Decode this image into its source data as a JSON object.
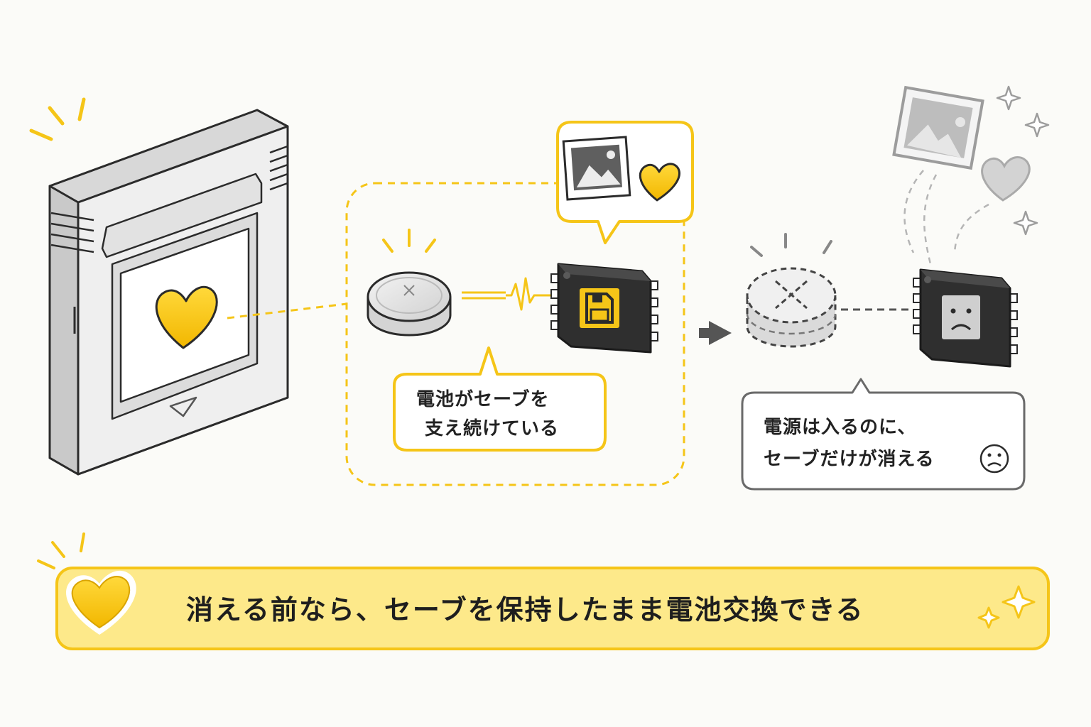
{
  "captions": {
    "battery_keeps_save_line1": "電池がセーブを",
    "battery_keeps_save_line2": "支え続けている",
    "power_ok_save_lost_line1": "電源は入るのに、",
    "power_ok_save_lost_line2": "セーブだけが消える"
  },
  "banner": {
    "text": "消える前なら、セーブを保持したまま電池交換できる"
  },
  "icons": [
    "cartridge-icon",
    "heart-icon",
    "coin-battery-icon",
    "pulse-wire-icon",
    "memory-chip-icon",
    "floppy-save-icon",
    "picture-icon",
    "arrow-right-icon",
    "dead-battery-icon",
    "sad-chip-icon",
    "sad-face-icon",
    "sparkle-icon"
  ],
  "colors": {
    "accent_yellow": "#f5c518",
    "banner_fill": "#fde98a",
    "chip_dark": "#333333",
    "faded_gray": "#bdbdbd"
  }
}
